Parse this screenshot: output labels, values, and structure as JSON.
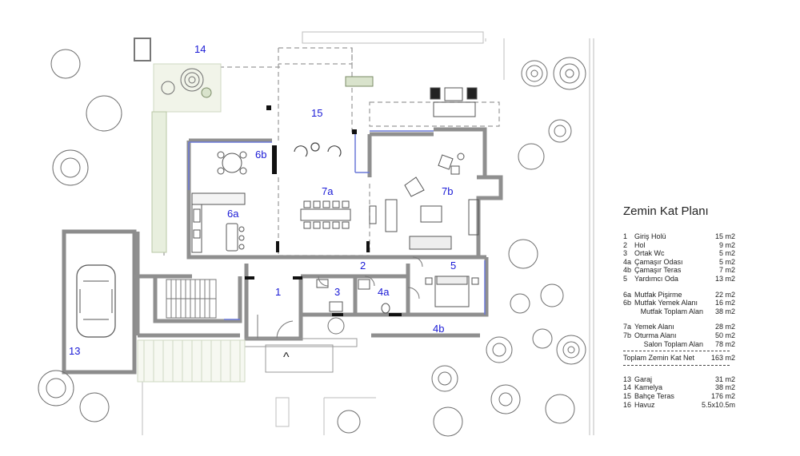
{
  "rooms": {
    "r1": "1",
    "r2": "2",
    "r3": "3",
    "r4a": "4a",
    "r4b": "4b",
    "r5": "5",
    "r6a": "6a",
    "r6b": "6b",
    "r7a": "7a",
    "r7b": "7b",
    "r13": "13",
    "r14": "14",
    "r15": "15",
    "entry_arrow": "^"
  },
  "legend": {
    "title": "Zemin Kat Planı",
    "group1": [
      {
        "num": "1",
        "name": "Giriş Holü",
        "value": "15 m2"
      },
      {
        "num": "2",
        "name": "Hol",
        "value": "9 m2"
      },
      {
        "num": "3",
        "name": "Ortak Wc",
        "value": "5 m2"
      },
      {
        "num": "4a",
        "name": "Çamaşır Odası",
        "value": "5 m2"
      },
      {
        "num": "4b",
        "name": "Çamaşır Teras",
        "value": "7 m2"
      },
      {
        "num": "5",
        "name": "Yardımcı Oda",
        "value": "13 m2"
      }
    ],
    "group2": [
      {
        "num": "6a",
        "name": "Mutfak Pişirme",
        "value": "22 m2"
      },
      {
        "num": "6b",
        "name": "Mutfak Yemek Alanı",
        "value": "16 m2"
      },
      {
        "num": "",
        "name": "Mutfak Toplam Alan",
        "value": "38 m2"
      }
    ],
    "group3": [
      {
        "num": "7a",
        "name": "Yemek Alanı",
        "value": "28 m2"
      },
      {
        "num": "7b",
        "name": "Oturma Alanı",
        "value": "50 m2"
      },
      {
        "num": "",
        "name": "Salon Toplam Alan",
        "value": "78 m2"
      }
    ],
    "total": {
      "name": "Toplam Zemin Kat Net",
      "value": "163 m2"
    },
    "group4": [
      {
        "num": "13",
        "name": "Garaj",
        "value": "31 m2"
      },
      {
        "num": "14",
        "name": "Kamelya",
        "value": "38 m2"
      },
      {
        "num": "15",
        "name": "Bahçe Teras",
        "value": "176 m2"
      },
      {
        "num": "16",
        "name": "Havuz",
        "value": "5.5x10.5m"
      }
    ]
  }
}
